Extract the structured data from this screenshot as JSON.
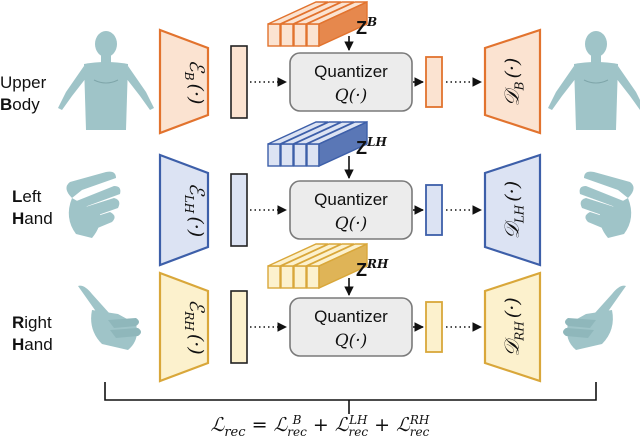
{
  "colors": {
    "body_fill": "#fbe3d1",
    "body_stroke": "#e2732e",
    "lh_fill": "#dce3f3",
    "lh_stroke": "#3d5fa9",
    "rh_fill": "#fcf1cd",
    "rh_stroke": "#d9a73a",
    "quantizer_fill": "#ececec",
    "quantizer_stroke": "#7a7a7a",
    "figure": "#9fc4c8"
  },
  "rows": [
    {
      "key": "body",
      "label_line1": "Upper",
      "label_line1_bold": "",
      "label_line2_bold": "B",
      "label_line2_rest": "ody",
      "encoder_symbol": "ℰ",
      "encoder_sub": "B",
      "encoder_arg": "(·)",
      "decoder_symbol": "𝒟",
      "decoder_sub": "B",
      "decoder_arg": "(·)",
      "codebook_symbol": "Z",
      "codebook_sup": "B",
      "quantizer_label": "Quantizer",
      "quantizer_fn": "Q(·)",
      "figure_icon": "upper-body-mesh-icon"
    },
    {
      "key": "lh",
      "label_line1": "eft",
      "label_line1_bold": "L",
      "label_line2_bold": "H",
      "label_line2_rest": "and",
      "encoder_symbol": "ℰ",
      "encoder_sub": "LH",
      "encoder_arg": "(·)",
      "decoder_symbol": "𝒟",
      "decoder_sub": "LH",
      "decoder_arg": "(·)",
      "codebook_symbol": "Z",
      "codebook_sup": "LH",
      "quantizer_label": "Quantizer",
      "quantizer_fn": "Q(·)",
      "figure_icon": "left-hand-mesh-icon"
    },
    {
      "key": "rh",
      "label_line1": "ight",
      "label_line1_bold": "R",
      "label_line2_bold": "H",
      "label_line2_rest": "and",
      "encoder_symbol": "ℰ",
      "encoder_sub": "RH",
      "encoder_arg": "(·)",
      "decoder_symbol": "𝒟",
      "decoder_sub": "RH",
      "decoder_arg": "(·)",
      "codebook_symbol": "Z",
      "codebook_sup": "RH",
      "quantizer_label": "Quantizer",
      "quantizer_fn": "Q(·)",
      "figure_icon": "right-hand-mesh-icon"
    }
  ],
  "loss": {
    "lhs": "ℒ",
    "lhs_sub": "rec",
    "eq": "=",
    "t1": "ℒ",
    "t1_sub": "rec",
    "t1_sup": "B",
    "plus": "+",
    "t2": "ℒ",
    "t2_sub": "rec",
    "t2_sup": "LH",
    "t3": "ℒ",
    "t3_sub": "rec",
    "t3_sup": "RH"
  }
}
